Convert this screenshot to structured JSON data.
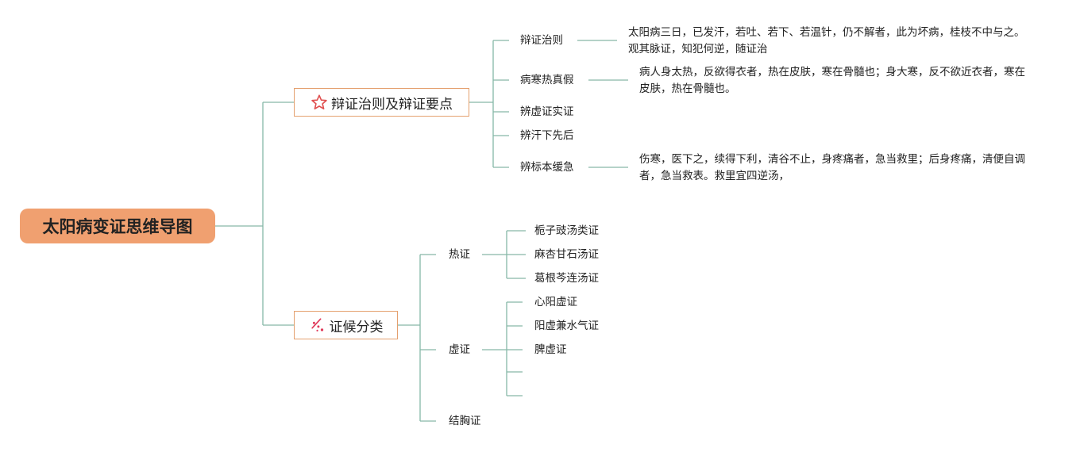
{
  "root": {
    "label": "太阳病变证思维导图"
  },
  "branch_rules": {
    "label": "辩证治则及辩证要点",
    "icon": "star-icon",
    "items": [
      {
        "label": "辩证治则",
        "note": "太阳病三日，已发汗，若吐、若下、若温针，仍不解者，此为坏病，桂枝不中与之。观其脉证，知犯何逆，随证治"
      },
      {
        "label": "病寒热真假",
        "note": "病人身太热，反欲得衣者，热在皮肤，寒在骨髓也；身大寒，反不欲近衣者，寒在皮肤，热在骨髓也。"
      },
      {
        "label": "辨虚证实证"
      },
      {
        "label": "辨汗下先后"
      },
      {
        "label": "辨标本缓急",
        "note": "伤寒，医下之，续得下利，清谷不止，身疼痛者，急当救里；后身疼痛，清便自调者，急当救表。救里宜四逆汤，"
      }
    ]
  },
  "branch_syndromes": {
    "label": "证候分类",
    "icon": "sparkle-icon",
    "groups": [
      {
        "label": "热证",
        "children": [
          "栀子豉汤类证",
          "麻杏甘石汤证",
          "葛根芩连汤证"
        ]
      },
      {
        "label": "虚证",
        "children": [
          "心阳虚证",
          "阳虚兼水气证",
          "脾虚证",
          "",
          ""
        ]
      },
      {
        "label": "结胸证",
        "children": []
      }
    ]
  },
  "colors": {
    "line": "#86b8a8",
    "root_fill": "#f0a070",
    "node_border": "#e4a06e",
    "star": "#e05050",
    "sparkle": "#e03a5a"
  }
}
